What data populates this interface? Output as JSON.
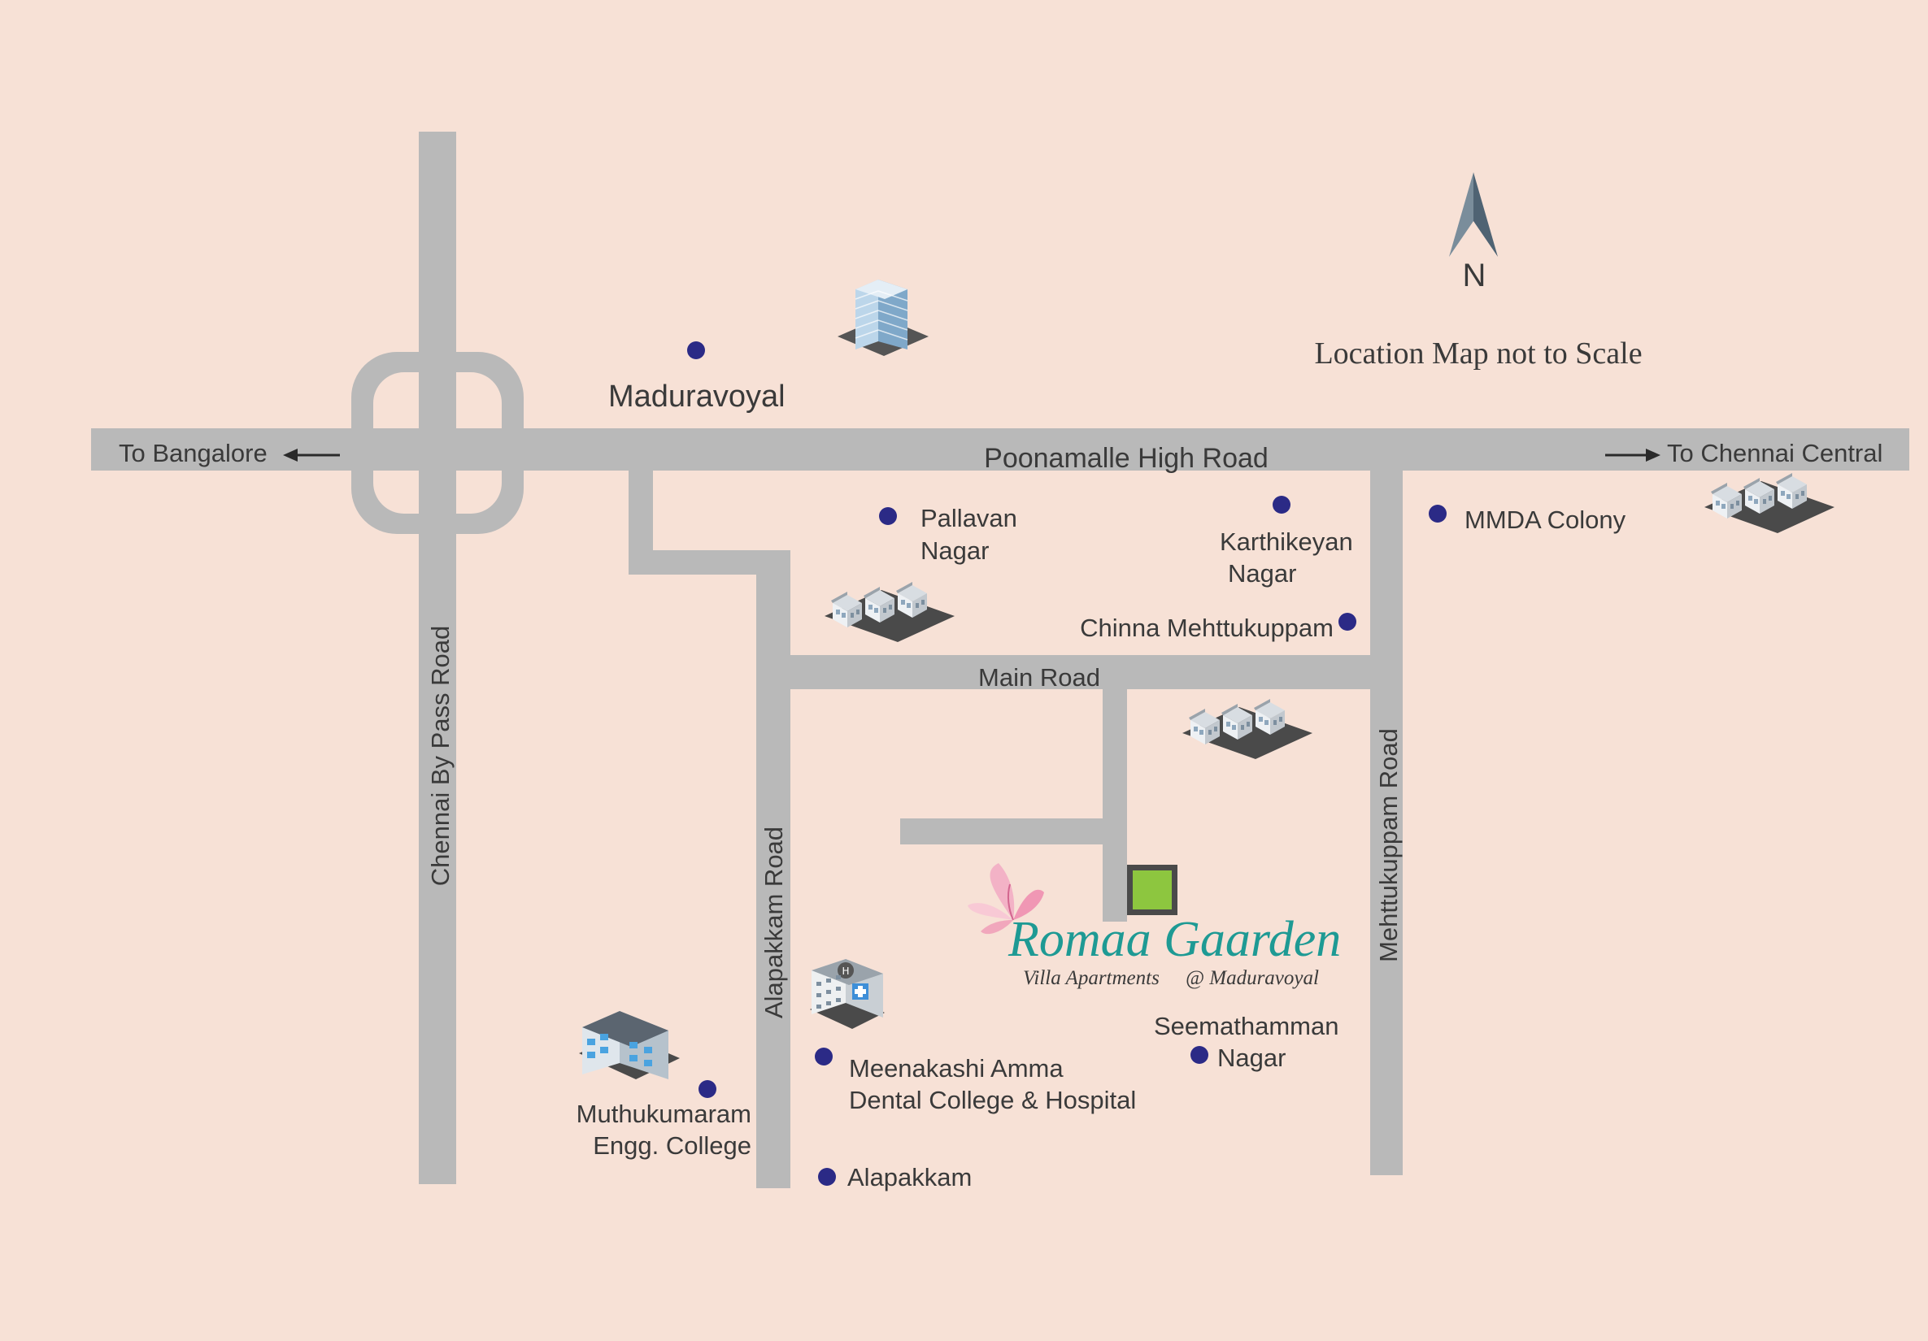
{
  "map": {
    "compass_label": "N",
    "scale_note": "Location Map not to Scale",
    "colors": {
      "background": "#f7e1d6",
      "road": "#b9b9b9",
      "poi_dot": "#2b2a86",
      "text": "#3a3a3a",
      "compass": "#5e7282",
      "site_marker": "#8dc63f",
      "brand_teal": "#1e9a94",
      "butterfly_pink": "#ee8fb0"
    },
    "roads": {
      "poonamalle_high_road": "Poonamalle High Road",
      "chennai_bypass_road": "Chennai By Pass Road",
      "alapakkam_road": "Alapakkam Road",
      "mehttukuppam_road": "Mehttukuppam Road",
      "main_road": "Main Road"
    },
    "directions": {
      "west": "To Bangalore",
      "east": "To Chennai Central"
    },
    "places": {
      "maduravoyal": "Maduravoyal",
      "pallavan_1": "Pallavan",
      "pallavan_2": "Nagar",
      "karthikeyan_1": "Karthikeyan",
      "karthikeyan_2": "Nagar",
      "mmda_colony": "MMDA Colony",
      "chinna_mehttukuppam": "Chinna Mehttukuppam",
      "seemathamman_1": "Seemathamman",
      "seemathamman_2": "Nagar",
      "meenakashi_1": "Meenakashi Amma",
      "meenakashi_2": "Dental College & Hospital",
      "muthukumaram_1": "Muthukumaram",
      "muthukumaram_2": "Engg. College",
      "alapakkam": "Alapakkam"
    },
    "brand": {
      "name": "Romaa Gaarden",
      "tagline": "Villa Apartments",
      "location_tag": "@ Maduravoyal"
    },
    "icons": [
      "office-tower-icon",
      "houses-icon",
      "hospital-icon",
      "college-building-icon",
      "butterfly-icon",
      "north-arrow-icon",
      "arrow-left-icon",
      "arrow-right-icon"
    ]
  }
}
